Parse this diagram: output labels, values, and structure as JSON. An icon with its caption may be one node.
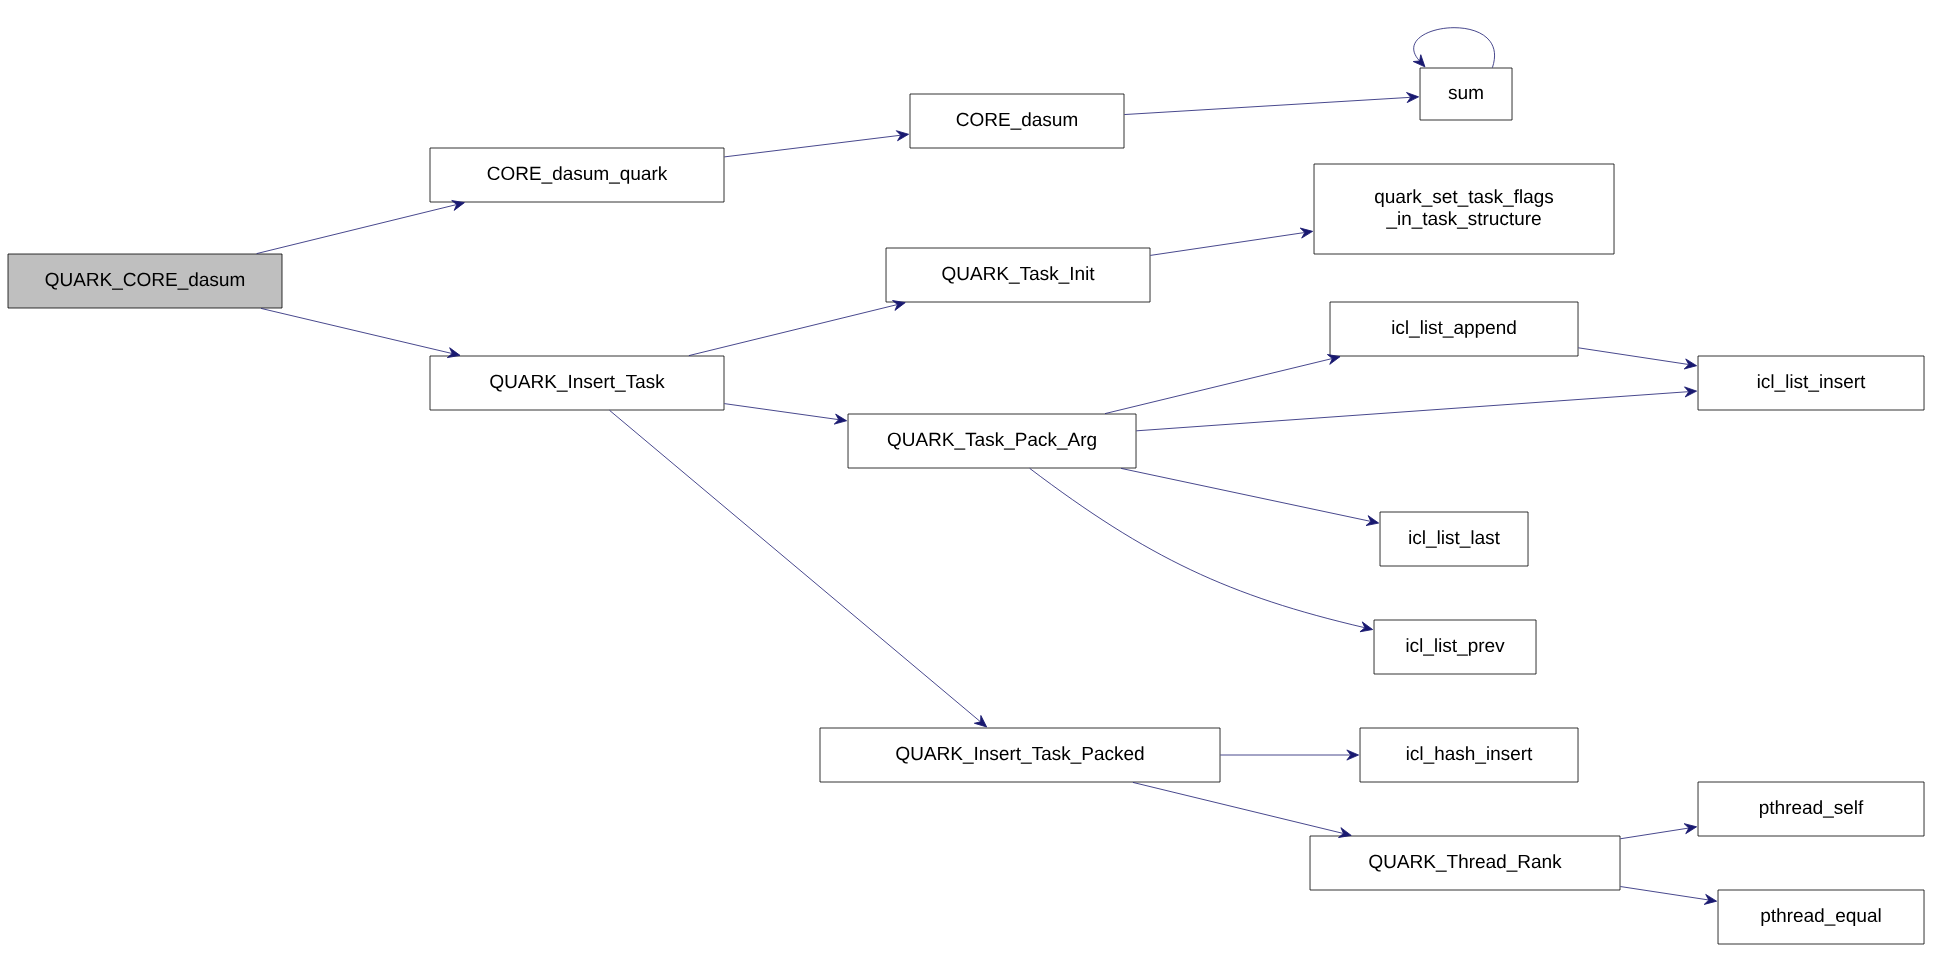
{
  "diagram": {
    "nodes": [
      {
        "text": [
          "QUARK_CORE_dasum"
        ]
      },
      {
        "text": [
          "CORE_dasum_quark"
        ]
      },
      {
        "text": [
          "CORE_dasum"
        ]
      },
      {
        "text": [
          "sum"
        ]
      },
      {
        "text": [
          "QUARK_Insert_Task"
        ]
      },
      {
        "text": [
          "QUARK_Task_Init"
        ]
      },
      {
        "text": [
          "quark_set_task_flags _in_task_structure"
        ]
      },
      {
        "text": [
          "QUARK_Task_Pack_Arg"
        ]
      },
      {
        "text": [
          "icl_list_append"
        ]
      },
      {
        "text": [
          "icl_list_insert"
        ]
      },
      {
        "text": [
          "icl_list_last"
        ]
      },
      {
        "text": [
          "icl_list_prev"
        ]
      },
      {
        "text": [
          "QUARK_Insert_Task_Packed"
        ]
      },
      {
        "text": [
          "icl_hash_insert"
        ]
      },
      {
        "text": [
          "QUARK_Thread_Rank"
        ]
      },
      {
        "text": [
          "pthread_self"
        ]
      },
      {
        "text": [
          "pthread_equal"
        ]
      }
    ],
    "edges": [
      {
        "from": 0,
        "to": 1,
        "arrow": "to"
      },
      {
        "from": 0,
        "to": 4,
        "arrow": "to"
      },
      {
        "from": 1,
        "to": 2,
        "arrow": "to"
      },
      {
        "from": 2,
        "to": 3,
        "arrow": "to"
      },
      {
        "from": 3,
        "to": 3,
        "arrow": "to"
      },
      {
        "from": 4,
        "to": 5,
        "arrow": "to"
      },
      {
        "from": 4,
        "to": 7,
        "arrow": "to"
      },
      {
        "from": 4,
        "to": 12,
        "arrow": "to"
      },
      {
        "from": 5,
        "to": 6,
        "arrow": "to"
      },
      {
        "from": 7,
        "to": 8,
        "arrow": "to"
      },
      {
        "from": 7,
        "to": 9,
        "arrow": "to"
      },
      {
        "from": 7,
        "to": 10,
        "arrow": "to"
      },
      {
        "from": 7,
        "to": 11,
        "arrow": "to"
      },
      {
        "from": 8,
        "to": 9,
        "arrow": "to"
      },
      {
        "from": 12,
        "to": 13,
        "arrow": "to"
      },
      {
        "from": 12,
        "to": 14,
        "arrow": "to"
      },
      {
        "from": 14,
        "to": 15,
        "arrow": "to"
      },
      {
        "from": 14,
        "to": 16,
        "arrow": "to"
      }
    ]
  }
}
